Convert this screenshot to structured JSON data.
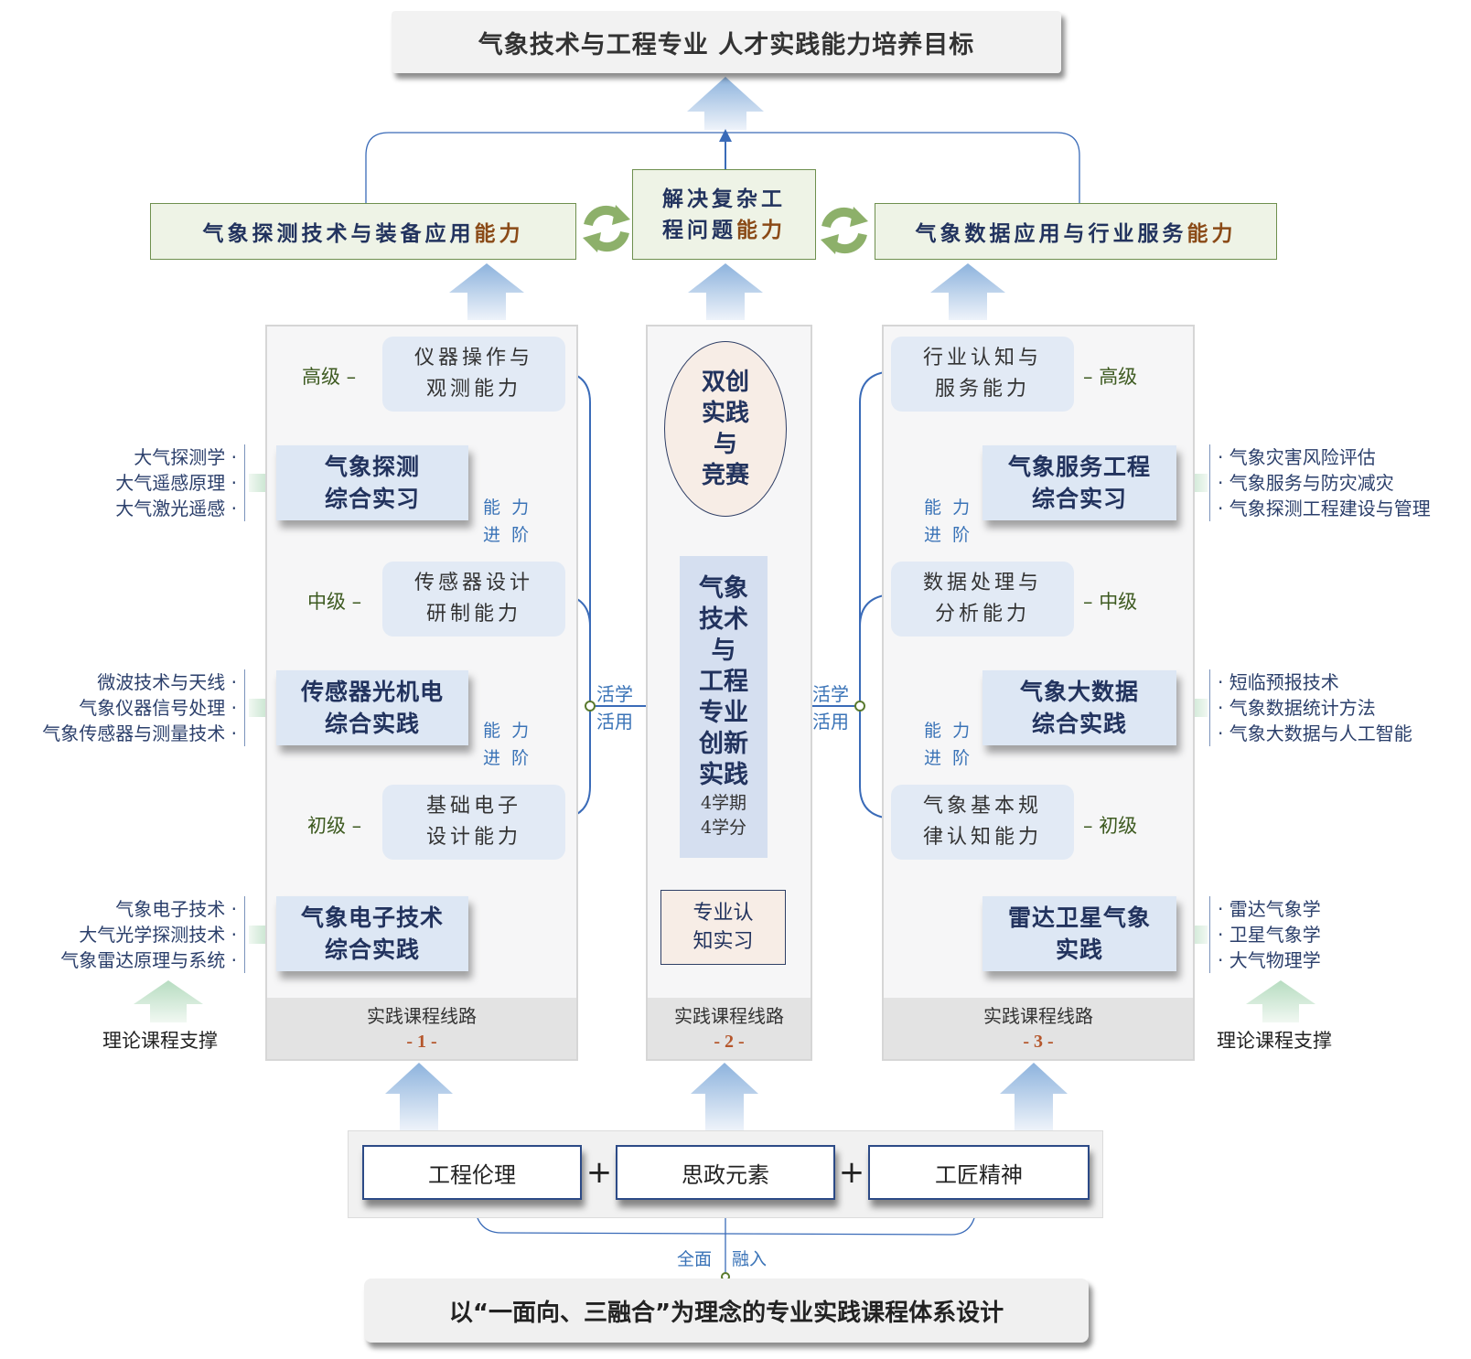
{
  "goal_title": "气象技术与工程专业  人才实践能力培养目标",
  "abilities": {
    "left": {
      "text": "气象探测技术与装备应用",
      "highlight": "能力"
    },
    "middle": {
      "line1": "解决复杂工",
      "line2": "程问题",
      "highlight": "能力"
    },
    "right": {
      "text": "气象数据应用与行业服务",
      "highlight": "能力"
    }
  },
  "routes": [
    {
      "footer": "实践课程线路",
      "number": "- 1 -",
      "levels": [
        {
          "tier": "高级",
          "line1": "仪器操作与",
          "line2": "观测能力"
        },
        {
          "tier": "中级",
          "line1": "传感器设计",
          "line2": "研制能力"
        },
        {
          "tier": "初级",
          "line1": "基础电子",
          "line2": "设计能力"
        }
      ],
      "practices": [
        {
          "line1": "气象探测",
          "line2": "综合实习",
          "courses": [
            "大气探测学",
            "大气遥感原理",
            "大气激光遥感"
          ]
        },
        {
          "line1": "传感器光机电",
          "line2": "综合实践",
          "courses": [
            "微波技术与天线",
            "气象仪器信号处理",
            "气象传感器与测量技术"
          ]
        },
        {
          "line1": "气象电子技术",
          "line2": "综合实践",
          "courses": [
            "气象电子技术",
            "大气光学探测技术",
            "气象雷达原理与系统"
          ]
        }
      ]
    },
    {
      "footer": "实践课程线路",
      "number": "- 2 -",
      "oval": [
        "双创",
        "实践",
        "与",
        "竞赛"
      ],
      "innovation": [
        "气象",
        "技术",
        "与",
        "工程",
        "专业",
        "创新",
        "实践"
      ],
      "innovation_sub": [
        "4学期",
        "4学分"
      ],
      "cognition": [
        "专业认",
        "知实习"
      ]
    },
    {
      "footer": "实践课程线路",
      "number": "- 3 -",
      "levels": [
        {
          "tier": "高级",
          "line1": "行业认知与",
          "line2": "服务能力"
        },
        {
          "tier": "中级",
          "line1": "数据处理与",
          "line2": "分析能力"
        },
        {
          "tier": "初级",
          "line1": "气象基本规",
          "line2": "律认知能力"
        }
      ],
      "practices": [
        {
          "line1": "气象服务工程",
          "line2": "综合实习",
          "courses": [
            "气象灾害风险评估",
            "气象服务与防灾减灾",
            "气象探测工程建设与管理"
          ]
        },
        {
          "line1": "气象大数据",
          "line2": "综合实践",
          "courses": [
            "短临预报技术",
            "气象数据统计方法",
            "气象大数据与人工智能"
          ]
        },
        {
          "line1": "雷达卫星气象",
          "line2": "实践",
          "courses": [
            "雷达气象学",
            "卫星气象学",
            "大气物理学"
          ]
        }
      ]
    }
  ],
  "progression": {
    "a": "能",
    "b": "力",
    "c": "进",
    "d": "阶"
  },
  "huoxue": {
    "line1": "活学",
    "line2": "活用"
  },
  "theory_support": "理论课程支撑",
  "fusion": {
    "items": [
      "工程伦理",
      "思政元素",
      "工匠精神"
    ],
    "plus": "+",
    "caption_a": "全面",
    "caption_b": "融入"
  },
  "design_title": "以“一面向、三融合”为理念的专业实践课程体系设计",
  "colors": {
    "accent_blue": "#3a73b7",
    "ability_green": "#6e8f4e",
    "highlight_brown": "#8a4a17",
    "number_orange": "#b5562b"
  }
}
